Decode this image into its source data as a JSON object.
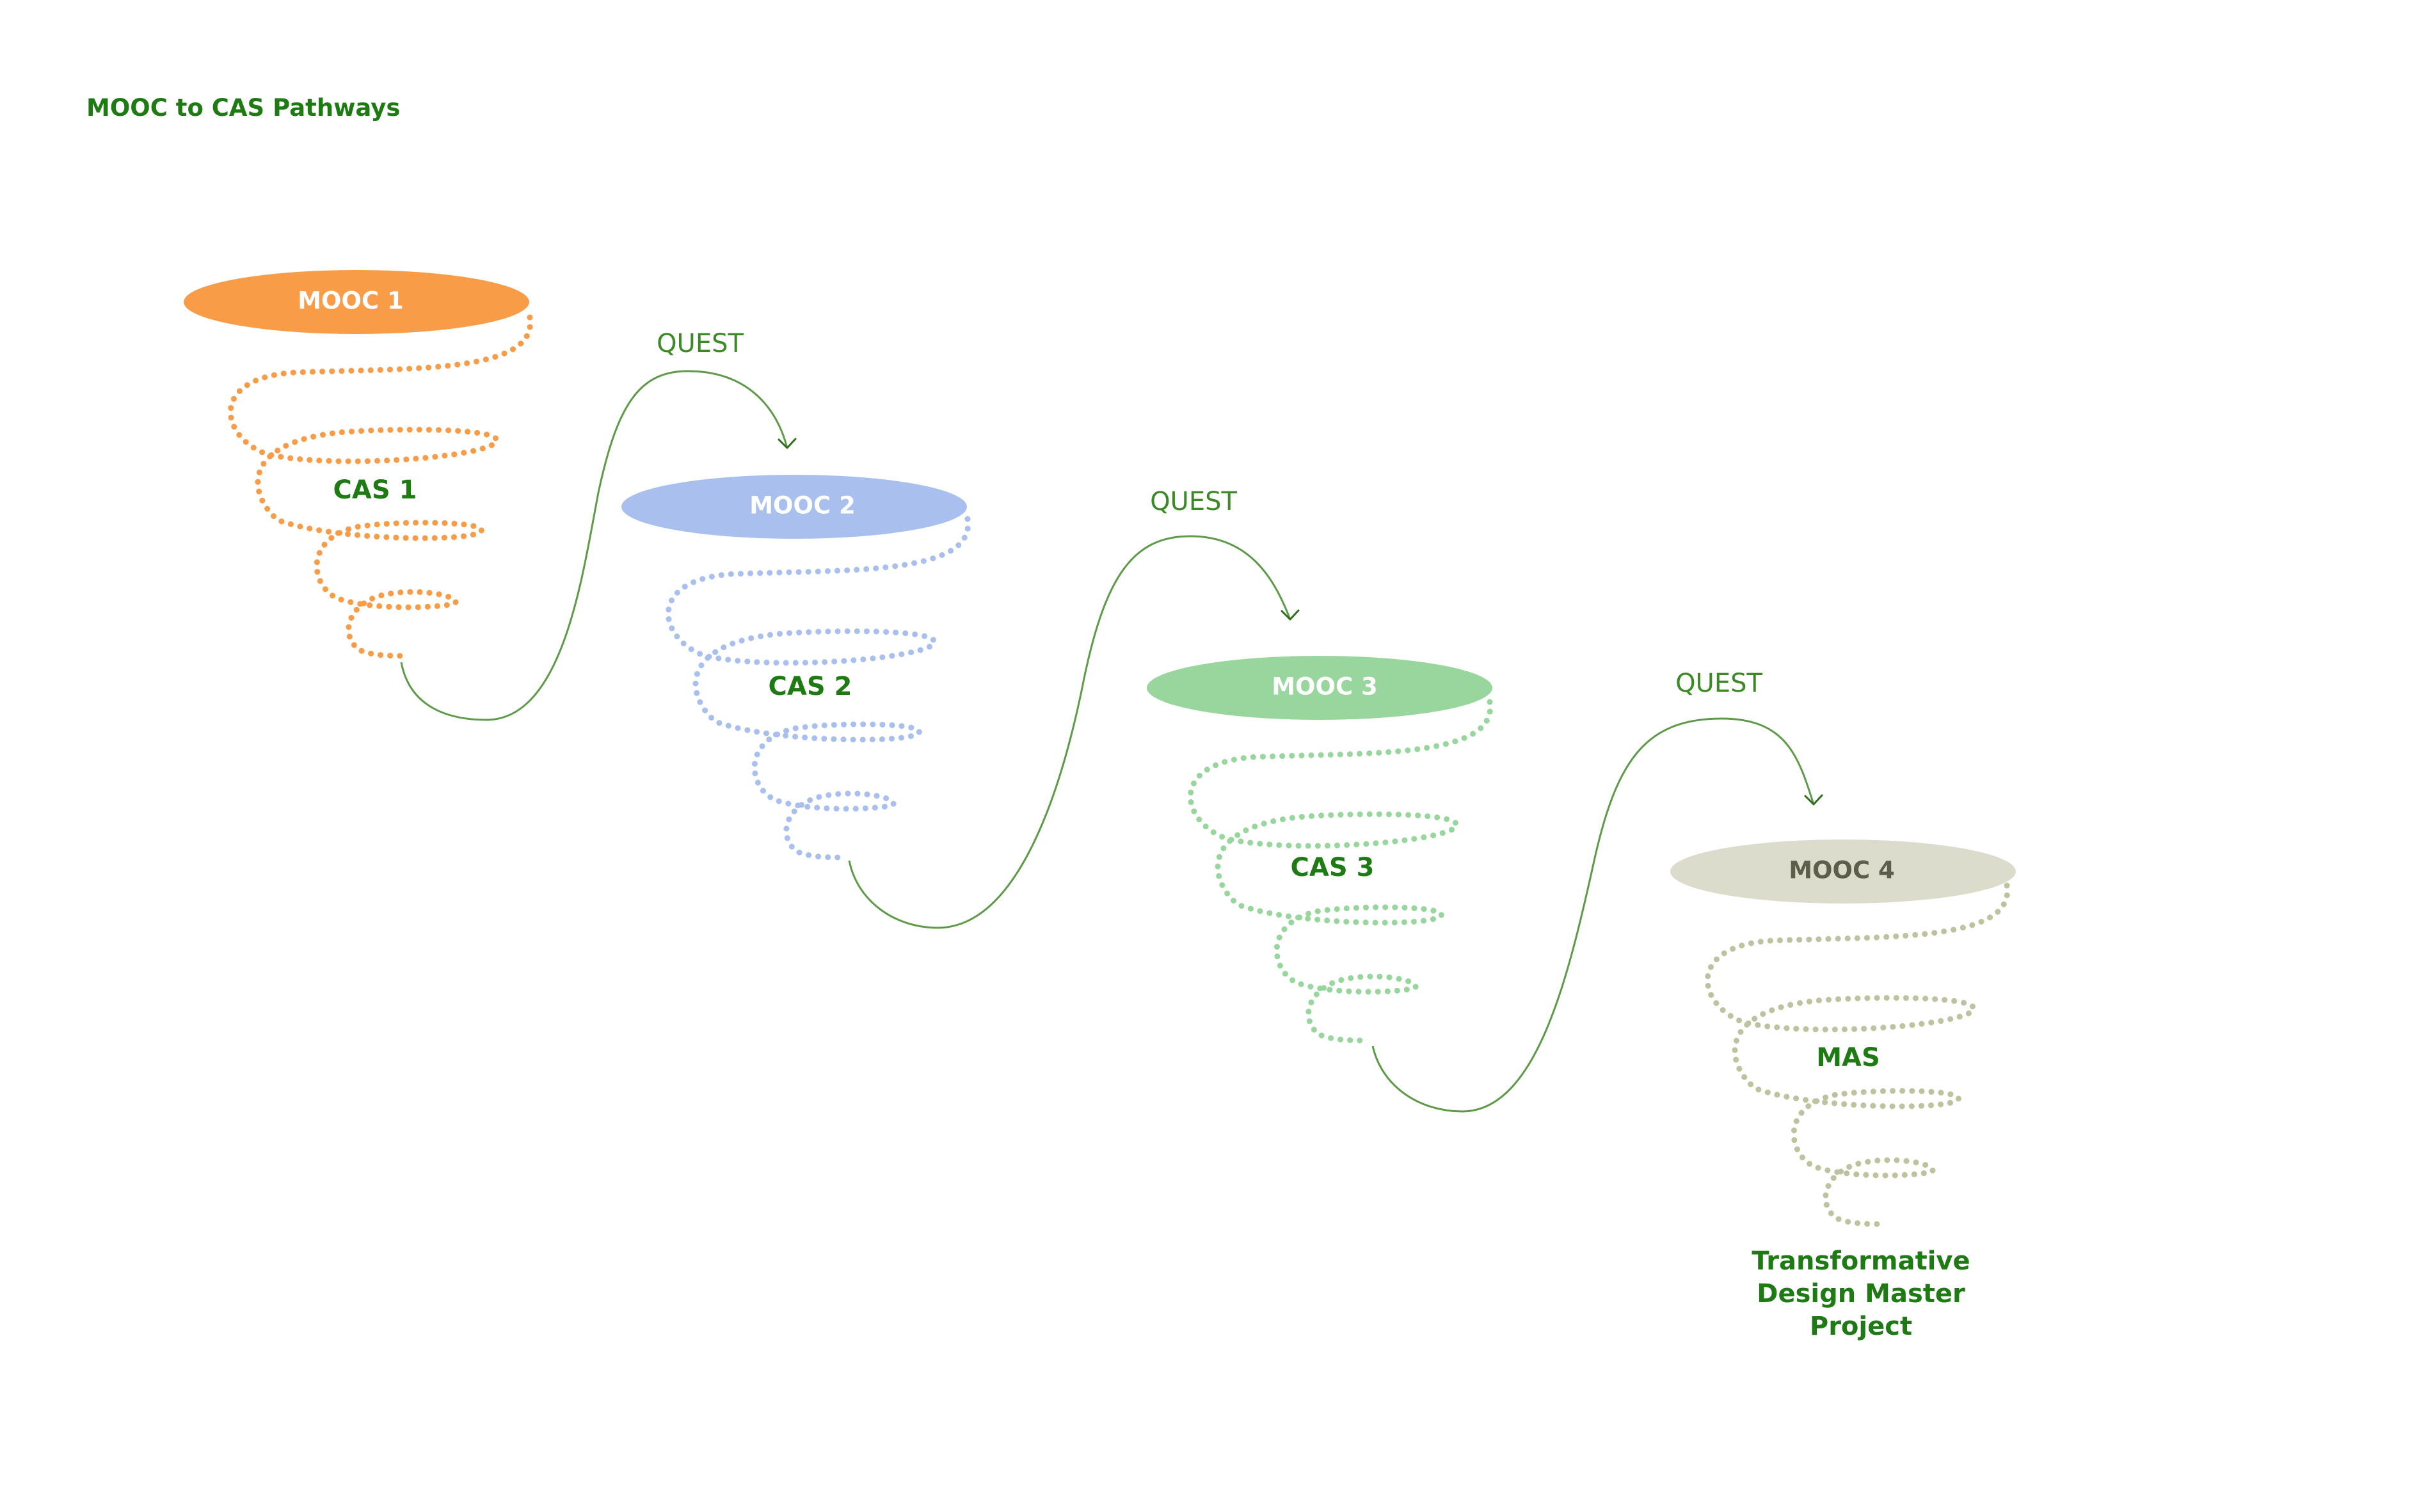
{
  "title": "MOOC to CAS Pathways",
  "connector_label": "QUEST",
  "stages": [
    {
      "pill": "MOOC 1",
      "label": "CAS 1",
      "color": "#f89c48",
      "pill_text_color": "#ffffff"
    },
    {
      "pill": "MOOC 2",
      "label": "CAS 2",
      "color": "#a9c0ef",
      "pill_text_color": "#ffffff"
    },
    {
      "pill": "MOOC 3",
      "label": "CAS 3",
      "color": "#98d69d",
      "pill_text_color": "#ffffff"
    },
    {
      "pill": "MOOC 4",
      "label": "MAS",
      "color": "#dcdccc",
      "spiral_color": "#bfc29e",
      "pill_text_color": "#5d5d4a"
    }
  ],
  "quests": [
    "QUEST",
    "QUEST",
    "QUEST"
  ],
  "final_project": [
    "Transformative",
    "Design Master",
    "Project"
  ],
  "colors": {
    "text_green": "#1e7a12",
    "connector_green": "#5e9a48"
  }
}
